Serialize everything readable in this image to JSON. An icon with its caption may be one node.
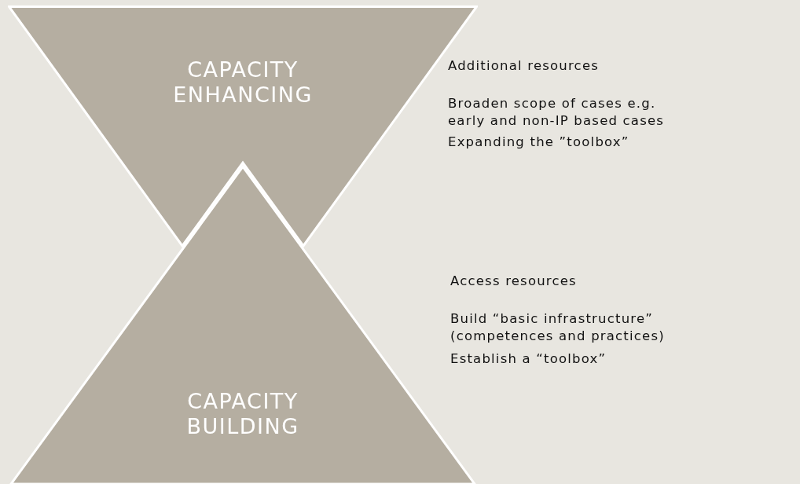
{
  "diagram": {
    "nodes": [
      {
        "text": [
          "CAPACITY ENHANCING"
        ]
      },
      {
        "text": [
          "CAPACITY BUILDING"
        ]
      }
    ],
    "edges": [],
    "labels": [
      "Additional resources",
      "Broaden scope of cases e.g. early and non-IP based cases",
      "Expanding the ”toolbox”",
      "Access resources",
      "Build “basic infrastructure” (competences and practices)",
      "Establish a “toolbox”"
    ]
  }
}
